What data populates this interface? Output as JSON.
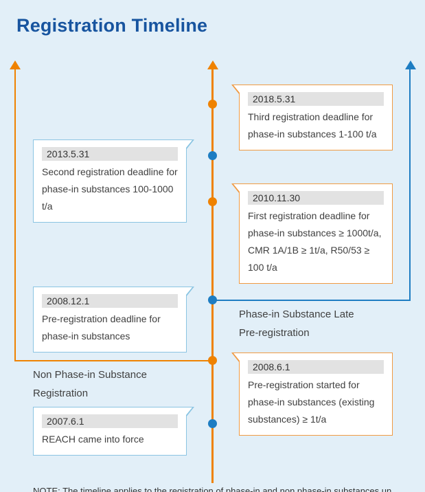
{
  "title": "Registration Timeline",
  "colors": {
    "background": "#e2eff8",
    "title": "#17549f",
    "orange": "#ef8200",
    "blue": "#1e7dc2",
    "border_orange": "#f09a42",
    "border_blue": "#8ac4e2",
    "date_highlight": "#e2e2e2",
    "text": "#3f3f3f"
  },
  "branch_labels": {
    "left": "Non Phase-in Substance Registration",
    "right": "Phase-in Substance Late Pre-registration"
  },
  "events": [
    {
      "date": "2018.5.31",
      "description": "Third registration deadline for phase-in substances 1-100 t/a",
      "side": "right",
      "color": "orange"
    },
    {
      "date": "2013.5.31",
      "description": "Second registration deadline for phase-in substances 100-1000 t/a",
      "side": "left",
      "color": "blue"
    },
    {
      "date": "2010.11.30",
      "description": "First registration deadline for phase-in substances ≥ 1000t/a, CMR 1A/1B ≥ 1t/a, R50/53 ≥ 100 t/a",
      "side": "right",
      "color": "orange"
    },
    {
      "date": "2008.12.1",
      "description": "Pre-registration deadline for phase-in substances",
      "side": "left",
      "color": "blue"
    },
    {
      "date": "2008.6.1",
      "description": "Pre-registration started for phase-in substances (existing substances) ≥ 1t/a",
      "side": "right",
      "color": "orange"
    },
    {
      "date": "2007.6.1",
      "description": "REACH came into force",
      "side": "left",
      "color": "blue"
    }
  ],
  "footer_note": "NOTE: The timeline applies to the registration of phase-in and non phase-in substances under the EU REACH regulation."
}
